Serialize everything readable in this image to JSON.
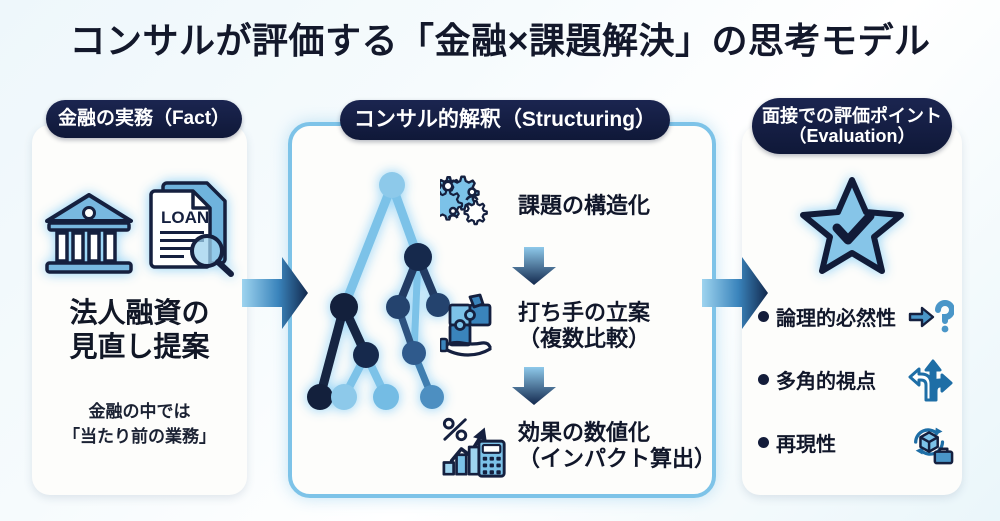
{
  "title": "コンサルが評価する「金融×課題解決」の思考モデル",
  "colors": {
    "navy": "#131c3a",
    "light_blue": "#7dc3e8",
    "mid_blue": "#3a8ec4",
    "deep_blue": "#1d3a6b",
    "card_bg": "#fdfdfb",
    "page_bg": "#eef7fb"
  },
  "panels": {
    "left": {
      "header": "金融の実務（Fact）",
      "icons": [
        "bank-building-icon",
        "loan-document-magnifier-icon"
      ],
      "headline": "法人融資の\n見直し提案",
      "headline_line1": "法人融資の",
      "headline_line2": "見直し提案",
      "subtext_line1": "金融の中では",
      "subtext_line2": "「当たり前の業務」"
    },
    "middle": {
      "header": "コンサル的解釈（Structuring）",
      "tree_icon": "decision-tree-icon",
      "steps": [
        {
          "icon": "gears-people-icon",
          "label_line1": "課題の構造化",
          "label_line2": ""
        },
        {
          "icon": "puzzle-hand-icon",
          "label_line1": "打ち手の立案",
          "label_line2": "（複数比較）"
        },
        {
          "icon": "percent-chart-calculator-icon",
          "label_line1": "効果の数値化",
          "label_line2": "（インパクト算出）"
        }
      ]
    },
    "right": {
      "header_line1": "面接での評価ポイント",
      "header_line2": "（Evaluation）",
      "star_icon": "star-check-icon",
      "bullets": [
        {
          "label": "論理的必然性",
          "icon": "arrow-question-icon"
        },
        {
          "label": "多角的視点",
          "icon": "three-way-arrows-icon"
        },
        {
          "label": "再現性",
          "icon": "cycle-box-briefcase-icon"
        }
      ]
    }
  },
  "connectors": [
    {
      "name": "arrow-fact-to-structuring",
      "direction": "right"
    },
    {
      "name": "arrow-structuring-to-evaluation",
      "direction": "right"
    }
  ]
}
